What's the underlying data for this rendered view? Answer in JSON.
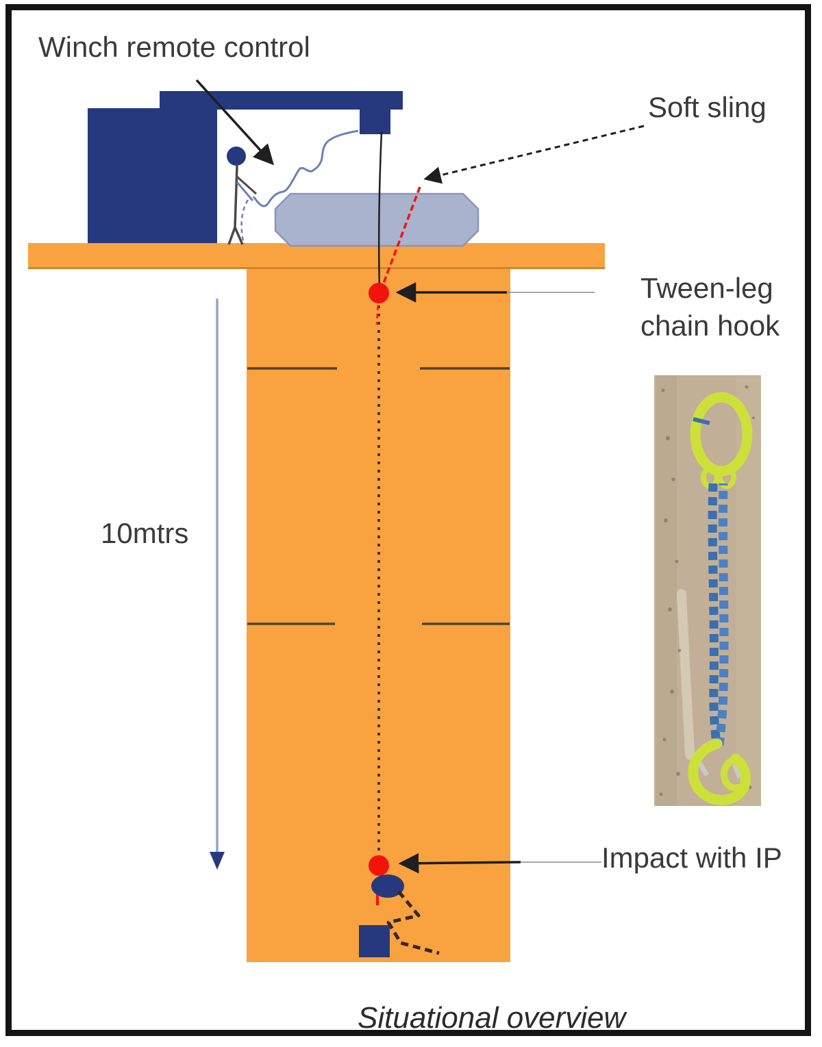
{
  "diagram": {
    "labels": {
      "winch_remote_control": "Winch remote control",
      "soft_sling": "Soft sling",
      "tween_leg_chain_hook": "Tween-leg chain hook",
      "distance": "10mtrs",
      "impact_with_ip": "Impact with IP"
    },
    "caption": "Situational overview"
  },
  "colors": {
    "deck_orange": "#F9A240",
    "deck_edge_shadow": "#B06F1E",
    "navy": "#26397F",
    "load_gray": "#A9B3CE",
    "load_gray_border": "#8C96B5",
    "red_marker": "#F2130A",
    "distance_line_blue": "#97A3CB",
    "arrow_black": "#1F1F1F",
    "arrow_gray": "#8A8A8A",
    "figure_stroke": "#4A4A4A",
    "cable_blue": "#6B80B5",
    "drop_line_dark": "#33291D",
    "level_line_brown": "#4F4430",
    "photo_background_tan": "#C1B097",
    "photo_grain_dark": "#A99878",
    "photo_grain_light": "#CBBCA3",
    "photo_speckle": "#5F5240",
    "chain_blue": "#3A6FB1",
    "chain_blue_light": "#4B81C4",
    "sling_yellow_green": "#CDE03A",
    "latch_gray": "#C9C9C9"
  }
}
